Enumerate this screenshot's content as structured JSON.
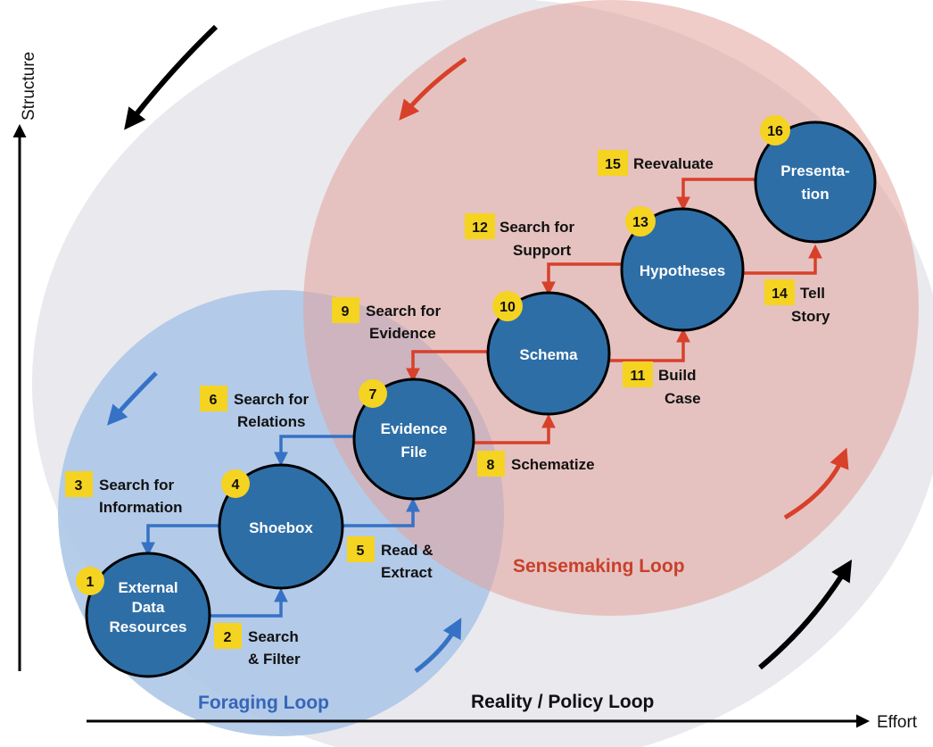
{
  "colors": {
    "reality_bg": "#e9e9ee",
    "foraging_fill": "#a9c4e6",
    "sensemaking_fill": "#e8b8b3",
    "node_fill": "#2e6ea6",
    "node_stroke": "#000000",
    "badge_fill": "#f5d321",
    "blue_arrow": "#3572c6",
    "red_arrow": "#d8402a",
    "black_arrow": "#000000",
    "foraging_text": "#3566b8",
    "sensemaking_text": "#c8402a"
  },
  "axes": {
    "y_label": "Structure",
    "x_label": "Effort"
  },
  "loops": {
    "reality": "Reality / Policy Loop",
    "foraging": "Foraging Loop",
    "sensemaking": "Sensemaking Loop"
  },
  "nodes": [
    {
      "num": "1",
      "lines": [
        "External",
        "Data",
        "Resources"
      ]
    },
    {
      "num": "4",
      "lines": [
        "Shoebox"
      ]
    },
    {
      "num": "7",
      "lines": [
        "Evidence",
        "File"
      ]
    },
    {
      "num": "10",
      "lines": [
        "Schema"
      ]
    },
    {
      "num": "13",
      "lines": [
        "Hypotheses"
      ]
    },
    {
      "num": "16",
      "lines": [
        "Presenta-",
        "tion"
      ]
    }
  ],
  "steps": [
    {
      "num": "2",
      "lines": [
        "Search",
        "& Filter"
      ]
    },
    {
      "num": "3",
      "lines": [
        "Search for",
        "Information"
      ]
    },
    {
      "num": "5",
      "lines": [
        "Read &",
        "Extract"
      ]
    },
    {
      "num": "6",
      "lines": [
        "Search for",
        "Relations"
      ]
    },
    {
      "num": "8",
      "lines": [
        "Schematize"
      ]
    },
    {
      "num": "9",
      "lines": [
        "Search for",
        "Evidence"
      ]
    },
    {
      "num": "11",
      "lines": [
        "Build",
        "Case"
      ]
    },
    {
      "num": "12",
      "lines": [
        "Search for",
        "Support"
      ]
    },
    {
      "num": "14",
      "lines": [
        "Tell",
        "Story"
      ]
    },
    {
      "num": "15",
      "lines": [
        "Reevaluate"
      ]
    }
  ]
}
